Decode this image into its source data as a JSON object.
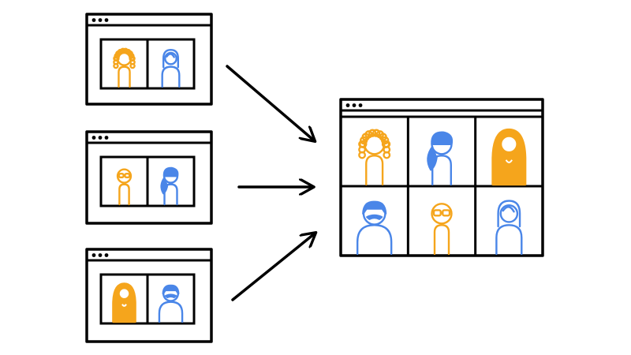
{
  "colors": {
    "background": "#ffffff",
    "ink": "#000000",
    "orange": "#f5a51c",
    "blue": "#4a86e8"
  },
  "source_windows": [
    {
      "name": "call-window-1",
      "tiles": [
        {
          "person": "curly-hair-person",
          "color": "orange"
        },
        {
          "person": "long-hair-person",
          "color": "blue"
        }
      ]
    },
    {
      "name": "call-window-2",
      "tiles": [
        {
          "person": "glasses-person",
          "color": "orange"
        },
        {
          "person": "ponytail-person",
          "color": "blue"
        }
      ]
    },
    {
      "name": "call-window-3",
      "tiles": [
        {
          "person": "hijab-person",
          "color": "orange"
        },
        {
          "person": "mustache-person",
          "color": "blue"
        }
      ]
    }
  ],
  "arrows": [
    {
      "name": "merge-arrow-1",
      "direction": "down-right"
    },
    {
      "name": "merge-arrow-2",
      "direction": "right"
    },
    {
      "name": "merge-arrow-3",
      "direction": "up-right"
    }
  ],
  "merged_window": {
    "name": "merged-call-window",
    "tiles": [
      {
        "person": "curly-hair-person",
        "color": "orange"
      },
      {
        "person": "ponytail-person",
        "color": "blue"
      },
      {
        "person": "hijab-person",
        "color": "orange"
      },
      {
        "person": "mustache-person",
        "color": "blue"
      },
      {
        "person": "glasses-person",
        "color": "orange"
      },
      {
        "person": "long-hair-person",
        "color": "blue"
      }
    ]
  }
}
